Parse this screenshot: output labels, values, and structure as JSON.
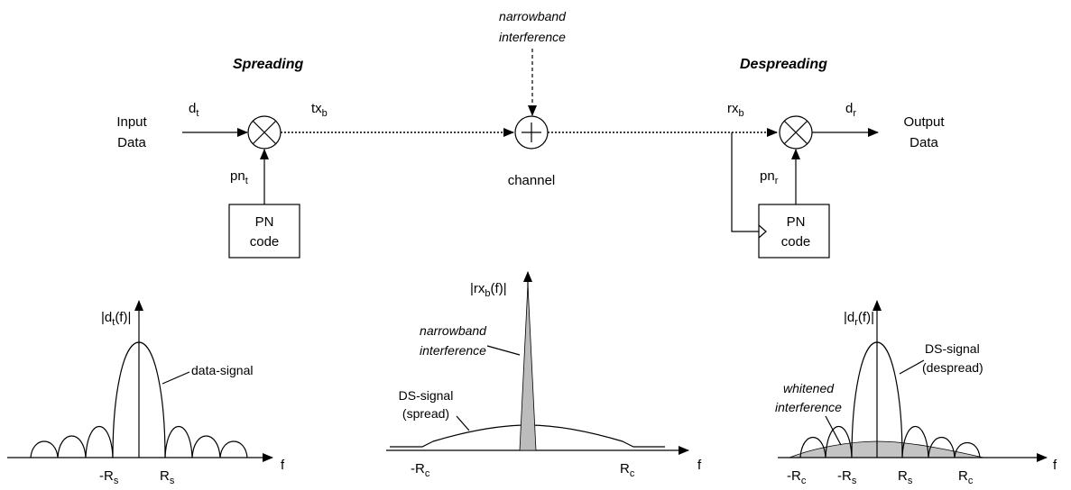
{
  "diagram": {
    "spreading_title": "Spreading",
    "despreading_title": "Despreading",
    "interference_top": [
      "narrowband",
      "interference"
    ],
    "channel_label": "channel",
    "input_label": [
      "Input",
      "Data"
    ],
    "output_label": [
      "Output",
      "Data"
    ],
    "dt": {
      "main": "d",
      "sub": "t"
    },
    "txb": {
      "main": "tx",
      "sub": "b"
    },
    "rxb": {
      "main": "rx",
      "sub": "b"
    },
    "dr": {
      "main": "d",
      "sub": "r"
    },
    "pnt": {
      "main": "pn",
      "sub": "t"
    },
    "pnr": {
      "main": "pn",
      "sub": "r"
    },
    "pn_code_tx": [
      "PN",
      "code"
    ],
    "pn_code_rx": [
      "PN",
      "code"
    ]
  },
  "spectra": {
    "left": {
      "ylabel": {
        "pre": "|d",
        "sub": "t",
        "post": "(f)|"
      },
      "annotation": "data-signal",
      "xlabel": "f",
      "ticks": [
        {
          "main": "-R",
          "sub": "s"
        },
        {
          "main": "R",
          "sub": "s"
        }
      ]
    },
    "middle": {
      "ylabel": {
        "pre": "|rx",
        "sub": "b",
        "post": "(f)|"
      },
      "annotation_interference": [
        "narrowband",
        "interference"
      ],
      "annotation_signal": [
        "DS-signal",
        "(spread)"
      ],
      "xlabel": "f",
      "ticks": [
        {
          "main": "-R",
          "sub": "c"
        },
        {
          "main": "R",
          "sub": "c"
        }
      ]
    },
    "right": {
      "ylabel": {
        "pre": "|d",
        "sub": "r",
        "post": "(f)|"
      },
      "annotation_signal": [
        "DS-signal",
        "(despread)"
      ],
      "annotation_interference": [
        "whitened",
        "interference"
      ],
      "xlabel": "f",
      "ticks": [
        {
          "main": "-R",
          "sub": "c"
        },
        {
          "main": "-R",
          "sub": "s"
        },
        {
          "main": "R",
          "sub": "s"
        },
        {
          "main": "R",
          "sub": "c"
        }
      ]
    }
  }
}
